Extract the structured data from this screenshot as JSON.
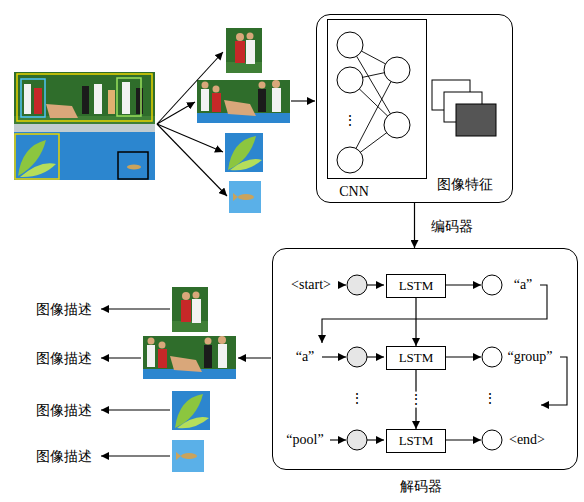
{
  "diagram": {
    "nodes": [
      {
        "text": [
          "图像特征"
        ]
      },
      {
        "text": [
          "CNN"
        ],
        "in": 0
      },
      {
        "text": [
          "解码器"
        ]
      },
      {
        "text": [
          "LSTM"
        ],
        "in": 2
      },
      {
        "text": [
          "LSTM"
        ],
        "in": 2
      },
      {
        "text": [
          "LSTM"
        ],
        "in": 2
      }
    ],
    "edges": [
      {
        "from": 0,
        "to": 2,
        "arrow": "to"
      },
      {
        "from": 3,
        "to": 4,
        "arrow": "to"
      },
      {
        "from": 4,
        "to": 5,
        "arrow": "to",
        "label": "⋮"
      }
    ],
    "labels": [
      "⋮",
      "编码器",
      "<start>",
      "“a”",
      "“a”",
      "“group”",
      "⋮",
      "⋮",
      "“pool”",
      "<end>",
      "图像描述",
      "图像描述",
      "图像描述",
      "图像描述"
    ]
  }
}
